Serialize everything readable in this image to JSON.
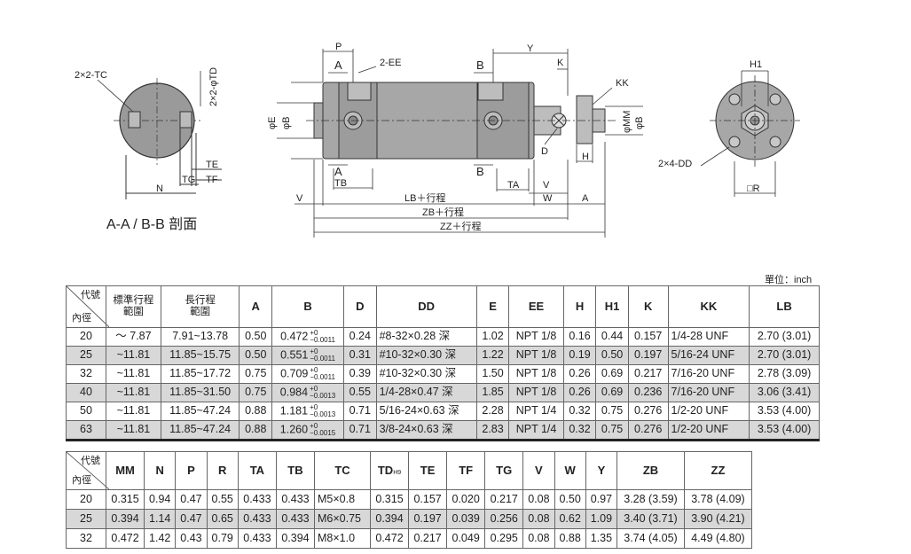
{
  "drawing": {
    "section_caption": "A-A / B-B 剖面",
    "left_labels": {
      "tc": "2×2-TC",
      "td": "2×2-φTD",
      "te": "TE",
      "tf": "TF",
      "tg": "TG",
      "n": "N"
    },
    "mid_labels": {
      "p": "P",
      "a_top": "A",
      "ee": "2-EE",
      "b_top": "B",
      "y": "Y",
      "k": "K",
      "kk": "KK",
      "phi_e": "φE",
      "phi_b": "φB",
      "phi_mm": "φMM",
      "phi_b2": "φB",
      "d": "D",
      "h": "H",
      "a_bot": "A",
      "tb": "TB",
      "b_bot": "B",
      "ta": "TA",
      "v_top": "V",
      "w": "W",
      "a_right": "A",
      "v_left": "V",
      "lb": "LB＋行程",
      "zb": "ZB＋行程",
      "zz": "ZZ＋行程"
    },
    "right_labels": {
      "h1": "H1",
      "dd": "2×4-DD",
      "r": "□R"
    }
  },
  "unit_label": "單位：inch",
  "table1": {
    "corner_top": "代號",
    "corner_bottom": "內徑",
    "headers": [
      "標準行程\n範圍",
      "長行程\n範圍",
      "A",
      "B",
      "D",
      "DD",
      "E",
      "EE",
      "H",
      "H1",
      "K",
      "KK",
      "LB"
    ],
    "rows": [
      {
        "bore": "20",
        "std": "～ 7.87",
        "long": "7.91~13.78",
        "a": "0.50",
        "b": "0.472",
        "b_tol_up": "+0",
        "b_tol_dn": "−0.0011",
        "d": "0.24",
        "dd": "#8-32×0.28 深",
        "e": "1.02",
        "ee": "NPT 1/8",
        "h": "0.16",
        "h1": "0.44",
        "k": "0.157",
        "kk": "1/4-28 UNF",
        "lb": "2.70 (3.01)"
      },
      {
        "bore": "25",
        "std": "~11.81",
        "long": "11.85~15.75",
        "a": "0.50",
        "b": "0.551",
        "b_tol_up": "+0",
        "b_tol_dn": "−0.0011",
        "d": "0.31",
        "dd": "#10-32×0.30 深",
        "e": "1.22",
        "ee": "NPT 1/8",
        "h": "0.19",
        "h1": "0.50",
        "k": "0.197",
        "kk": "5/16-24 UNF",
        "lb": "2.70 (3.01)"
      },
      {
        "bore": "32",
        "std": "~11.81",
        "long": "11.85~17.72",
        "a": "0.75",
        "b": "0.709",
        "b_tol_up": "+0",
        "b_tol_dn": "−0.0011",
        "d": "0.39",
        "dd": "#10-32×0.30 深",
        "e": "1.50",
        "ee": "NPT 1/8",
        "h": "0.26",
        "h1": "0.69",
        "k": "0.217",
        "kk": "7/16-20 UNF",
        "lb": "2.78 (3.09)"
      },
      {
        "bore": "40",
        "std": "~11.81",
        "long": "11.85~31.50",
        "a": "0.75",
        "b": "0.984",
        "b_tol_up": "+0",
        "b_tol_dn": "−0.0013",
        "d": "0.55",
        "dd": "1/4-28×0.47 深",
        "e": "1.85",
        "ee": "NPT 1/8",
        "h": "0.26",
        "h1": "0.69",
        "k": "0.236",
        "kk": "7/16-20 UNF",
        "lb": "3.06 (3.41)"
      },
      {
        "bore": "50",
        "std": "~11.81",
        "long": "11.85~47.24",
        "a": "0.88",
        "b": "1.181",
        "b_tol_up": "+0",
        "b_tol_dn": "−0.0013",
        "d": "0.71",
        "dd": "5/16-24×0.63 深",
        "e": "2.28",
        "ee": "NPT 1/4",
        "h": "0.32",
        "h1": "0.75",
        "k": "0.276",
        "kk": "1/2-20 UNF",
        "lb": "3.53 (4.00)"
      },
      {
        "bore": "63",
        "std": "~11.81",
        "long": "11.85~47.24",
        "a": "0.88",
        "b": "1.260",
        "b_tol_up": "+0",
        "b_tol_dn": "−0.0015",
        "d": "0.71",
        "dd": "3/8-24×0.63 深",
        "e": "2.83",
        "ee": "NPT 1/4",
        "h": "0.32",
        "h1": "0.75",
        "k": "0.276",
        "kk": "1/2-20 UNF",
        "lb": "3.53 (4.00)"
      }
    ]
  },
  "table2": {
    "corner_top": "代號",
    "corner_bottom": "內徑",
    "headers": [
      "MM",
      "N",
      "P",
      "R",
      "TA",
      "TB",
      "TC",
      "TD",
      "TE",
      "TF",
      "TG",
      "V",
      "W",
      "Y",
      "ZB",
      "ZZ"
    ],
    "td_sub": "H9",
    "rows": [
      {
        "bore": "20",
        "mm": "0.315",
        "n": "0.94",
        "p": "0.47",
        "r": "0.55",
        "ta": "0.433",
        "tb": "0.433",
        "tc": "M5×0.8",
        "td": "0.315",
        "te": "0.157",
        "tf": "0.020",
        "tg": "0.217",
        "v": "0.08",
        "w": "0.50",
        "y": "0.97",
        "zb": "3.28 (3.59)",
        "zz": "3.78 (4.09)"
      },
      {
        "bore": "25",
        "mm": "0.394",
        "n": "1.14",
        "p": "0.47",
        "r": "0.65",
        "ta": "0.433",
        "tb": "0.433",
        "tc": "M6×0.75",
        "td": "0.394",
        "te": "0.197",
        "tf": "0.039",
        "tg": "0.256",
        "v": "0.08",
        "w": "0.62",
        "y": "1.09",
        "zb": "3.40 (3.71)",
        "zz": "3.90 (4.21)"
      },
      {
        "bore": "32",
        "mm": "0.472",
        "n": "1.42",
        "p": "0.43",
        "r": "0.79",
        "ta": "0.433",
        "tb": "0.394",
        "tc": "M8×1.0",
        "td": "0.472",
        "te": "0.217",
        "tf": "0.049",
        "tg": "0.295",
        "v": "0.08",
        "w": "0.88",
        "y": "1.35",
        "zb": "3.74 (4.05)",
        "zz": "4.49 (4.80)"
      }
    ]
  }
}
